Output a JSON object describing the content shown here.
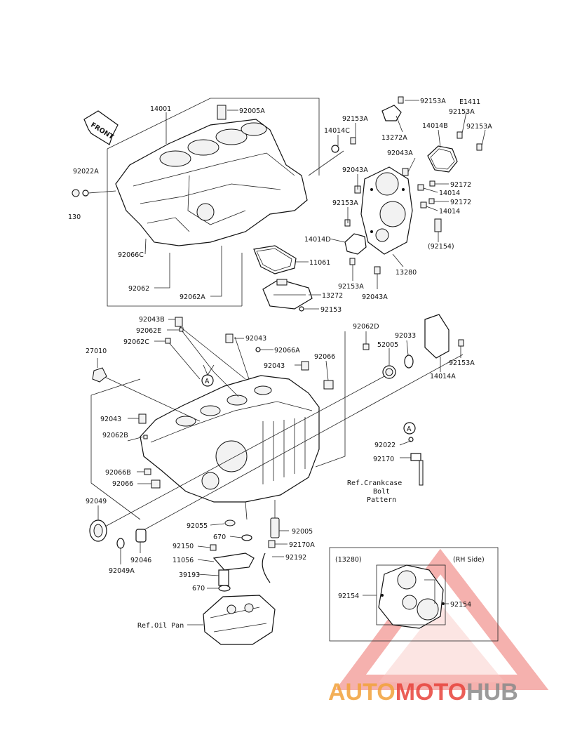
{
  "front_badge": "FRONT",
  "callout_a": "A",
  "part_numbers": {
    "p14001": "14001",
    "p92005A": "92005A",
    "p92022A": "92022A",
    "p130": "130",
    "p92066C": "92066C",
    "p92062": "92062",
    "p92062A": "92062A",
    "p11061": "11061",
    "p13272": "13272",
    "p92153": "92153",
    "p14014C": "14014C",
    "p92153A_1": "92153A",
    "p92153A_2": "92153A",
    "p13272A": "13272A",
    "pE1411": "E1411",
    "p92153A_3": "92153A",
    "p14014B": "14014B",
    "p92153A_4": "92153A",
    "p92043A_1": "92043A",
    "p92043A_2": "92043A",
    "p92172_1": "92172",
    "p14014_1": "14014",
    "p92172_2": "92172",
    "p14014_2": "14014",
    "p92153A_5": "92153A",
    "p14014D": "14014D",
    "p92154_paren": "(92154)",
    "p13280": "13280",
    "p92153A_6": "92153A",
    "p92043A_3": "92043A",
    "p92043B": "92043B",
    "p92062E": "92062E",
    "p92062C": "92062C",
    "p92043_1": "92043",
    "p92066A": "92066A",
    "p92043_2": "92043",
    "p92066_1": "92066",
    "p92062D": "92062D",
    "p92033": "92033",
    "p52005": "52005",
    "p92153A_7": "92153A",
    "p14014A": "14014A",
    "p27010": "27010",
    "p92043_3": "92043",
    "p92062B": "92062B",
    "p92066B": "92066B",
    "p92066_2": "92066",
    "p92022": "92022",
    "p92170": "92170",
    "p92049": "92049",
    "p92055": "92055",
    "p92005": "92005",
    "p670_1": "670",
    "p92150": "92150",
    "p92170A": "92170A",
    "p11056": "11056",
    "p92192": "92192",
    "p39193": "39193",
    "p670_2": "670",
    "p92046": "92046",
    "p92049A": "92049A",
    "p13280_inset": "(13280)",
    "rh_side": "(RH Side)",
    "p92154_inset_1": "92154",
    "p92154_inset_2": "92154"
  },
  "refs": {
    "crankcase_line1": "Ref.Crankcase",
    "crankcase_line2": "Bolt",
    "crankcase_line3": "Pattern",
    "oil_pan": "Ref.Oil Pan"
  },
  "watermark": {
    "part1": "AUTO",
    "part2": "MOTO",
    "part3": "HUB",
    "color_red": "#e8423a",
    "color_orange": "#f2a23a",
    "color_gray": "#8a8a8a"
  }
}
